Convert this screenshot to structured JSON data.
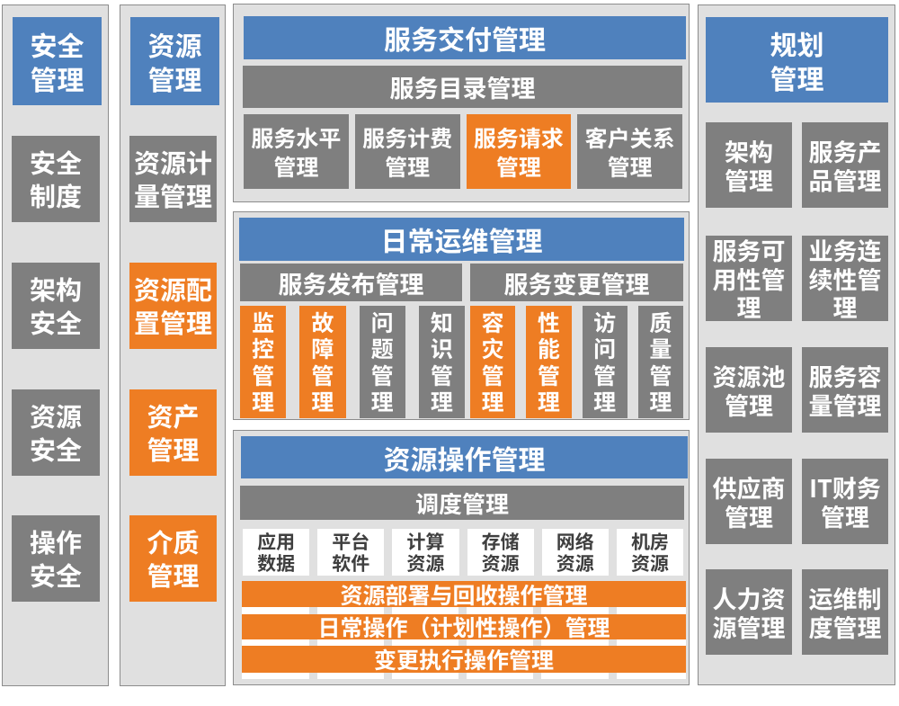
{
  "colors": {
    "header_blue": "#4f81bd",
    "box_gray": "#7f7f7f",
    "highlight_orange": "#ee7d23",
    "panel_background": "#e0e0e0",
    "panel_border": "#8c8c8c",
    "light_text": "#ffffff",
    "dark_text": "#3f3f3f"
  },
  "security_column": {
    "header": "安全\n管理",
    "items": [
      {
        "label": "安全\n制度",
        "variant": "gray"
      },
      {
        "label": "架构\n安全",
        "variant": "gray"
      },
      {
        "label": "资源\n安全",
        "variant": "gray"
      },
      {
        "label": "操作\n安全",
        "variant": "gray"
      }
    ]
  },
  "resource_column": {
    "header": "资源\n管理",
    "items": [
      {
        "label": "资源计\n量管理",
        "variant": "gray"
      },
      {
        "label": "资源配\n置管理",
        "variant": "orange"
      },
      {
        "label": "资产\n管理",
        "variant": "orange"
      },
      {
        "label": "介质\n管理",
        "variant": "orange"
      }
    ]
  },
  "service_delivery": {
    "header": "服务交付管理",
    "catalog_bar": "服务目录管理",
    "cells": [
      {
        "label": "服务水平\n管理",
        "variant": "gray"
      },
      {
        "label": "服务计费\n管理",
        "variant": "gray"
      },
      {
        "label": "服务请求\n管理",
        "variant": "orange"
      },
      {
        "label": "客户关系\n管理",
        "variant": "gray"
      }
    ]
  },
  "daily_operations": {
    "header": "日常运维管理",
    "groups": [
      {
        "label": "服务发布管理"
      },
      {
        "label": "服务变更管理"
      }
    ],
    "cells": [
      {
        "label": "监\n控\n管\n理",
        "variant": "orange"
      },
      {
        "label": "故\n障\n管\n理",
        "variant": "orange"
      },
      {
        "label": "问\n题\n管\n理",
        "variant": "gray"
      },
      {
        "label": "知\n识\n管\n理",
        "variant": "gray"
      },
      {
        "label": "容\n灾\n管\n理",
        "variant": "orange"
      },
      {
        "label": "性\n能\n管\n理",
        "variant": "orange"
      },
      {
        "label": "访\n问\n管\n理",
        "variant": "gray"
      },
      {
        "label": "质\n量\n管\n理",
        "variant": "gray"
      }
    ]
  },
  "resource_operations": {
    "header": "资源操作管理",
    "schedule_bar": "调度管理",
    "resource_cells": [
      {
        "label": "应用\n数据"
      },
      {
        "label": "平台\n软件"
      },
      {
        "label": "计算\n资源"
      },
      {
        "label": "存储\n资源"
      },
      {
        "label": "网络\n资源"
      },
      {
        "label": "机房\n资源"
      }
    ],
    "operation_bars": [
      {
        "label": "资源部署与回收操作管理"
      },
      {
        "label": "日常操作（计划性操作）管理"
      },
      {
        "label": "变更执行操作管理"
      }
    ]
  },
  "planning_column": {
    "header": "规划\n管理",
    "items": [
      {
        "label": "架构\n管理"
      },
      {
        "label": "服务产\n品管理"
      },
      {
        "label": "服务可\n用性管\n理"
      },
      {
        "label": "业务连\n续性管\n理"
      },
      {
        "label": "资源池\n管理"
      },
      {
        "label": "服务容\n量管理"
      },
      {
        "label": "供应商\n管理"
      },
      {
        "label": "IT财务\n管理"
      },
      {
        "label": "人力资\n源管理"
      },
      {
        "label": "运维制\n度管理"
      }
    ]
  }
}
